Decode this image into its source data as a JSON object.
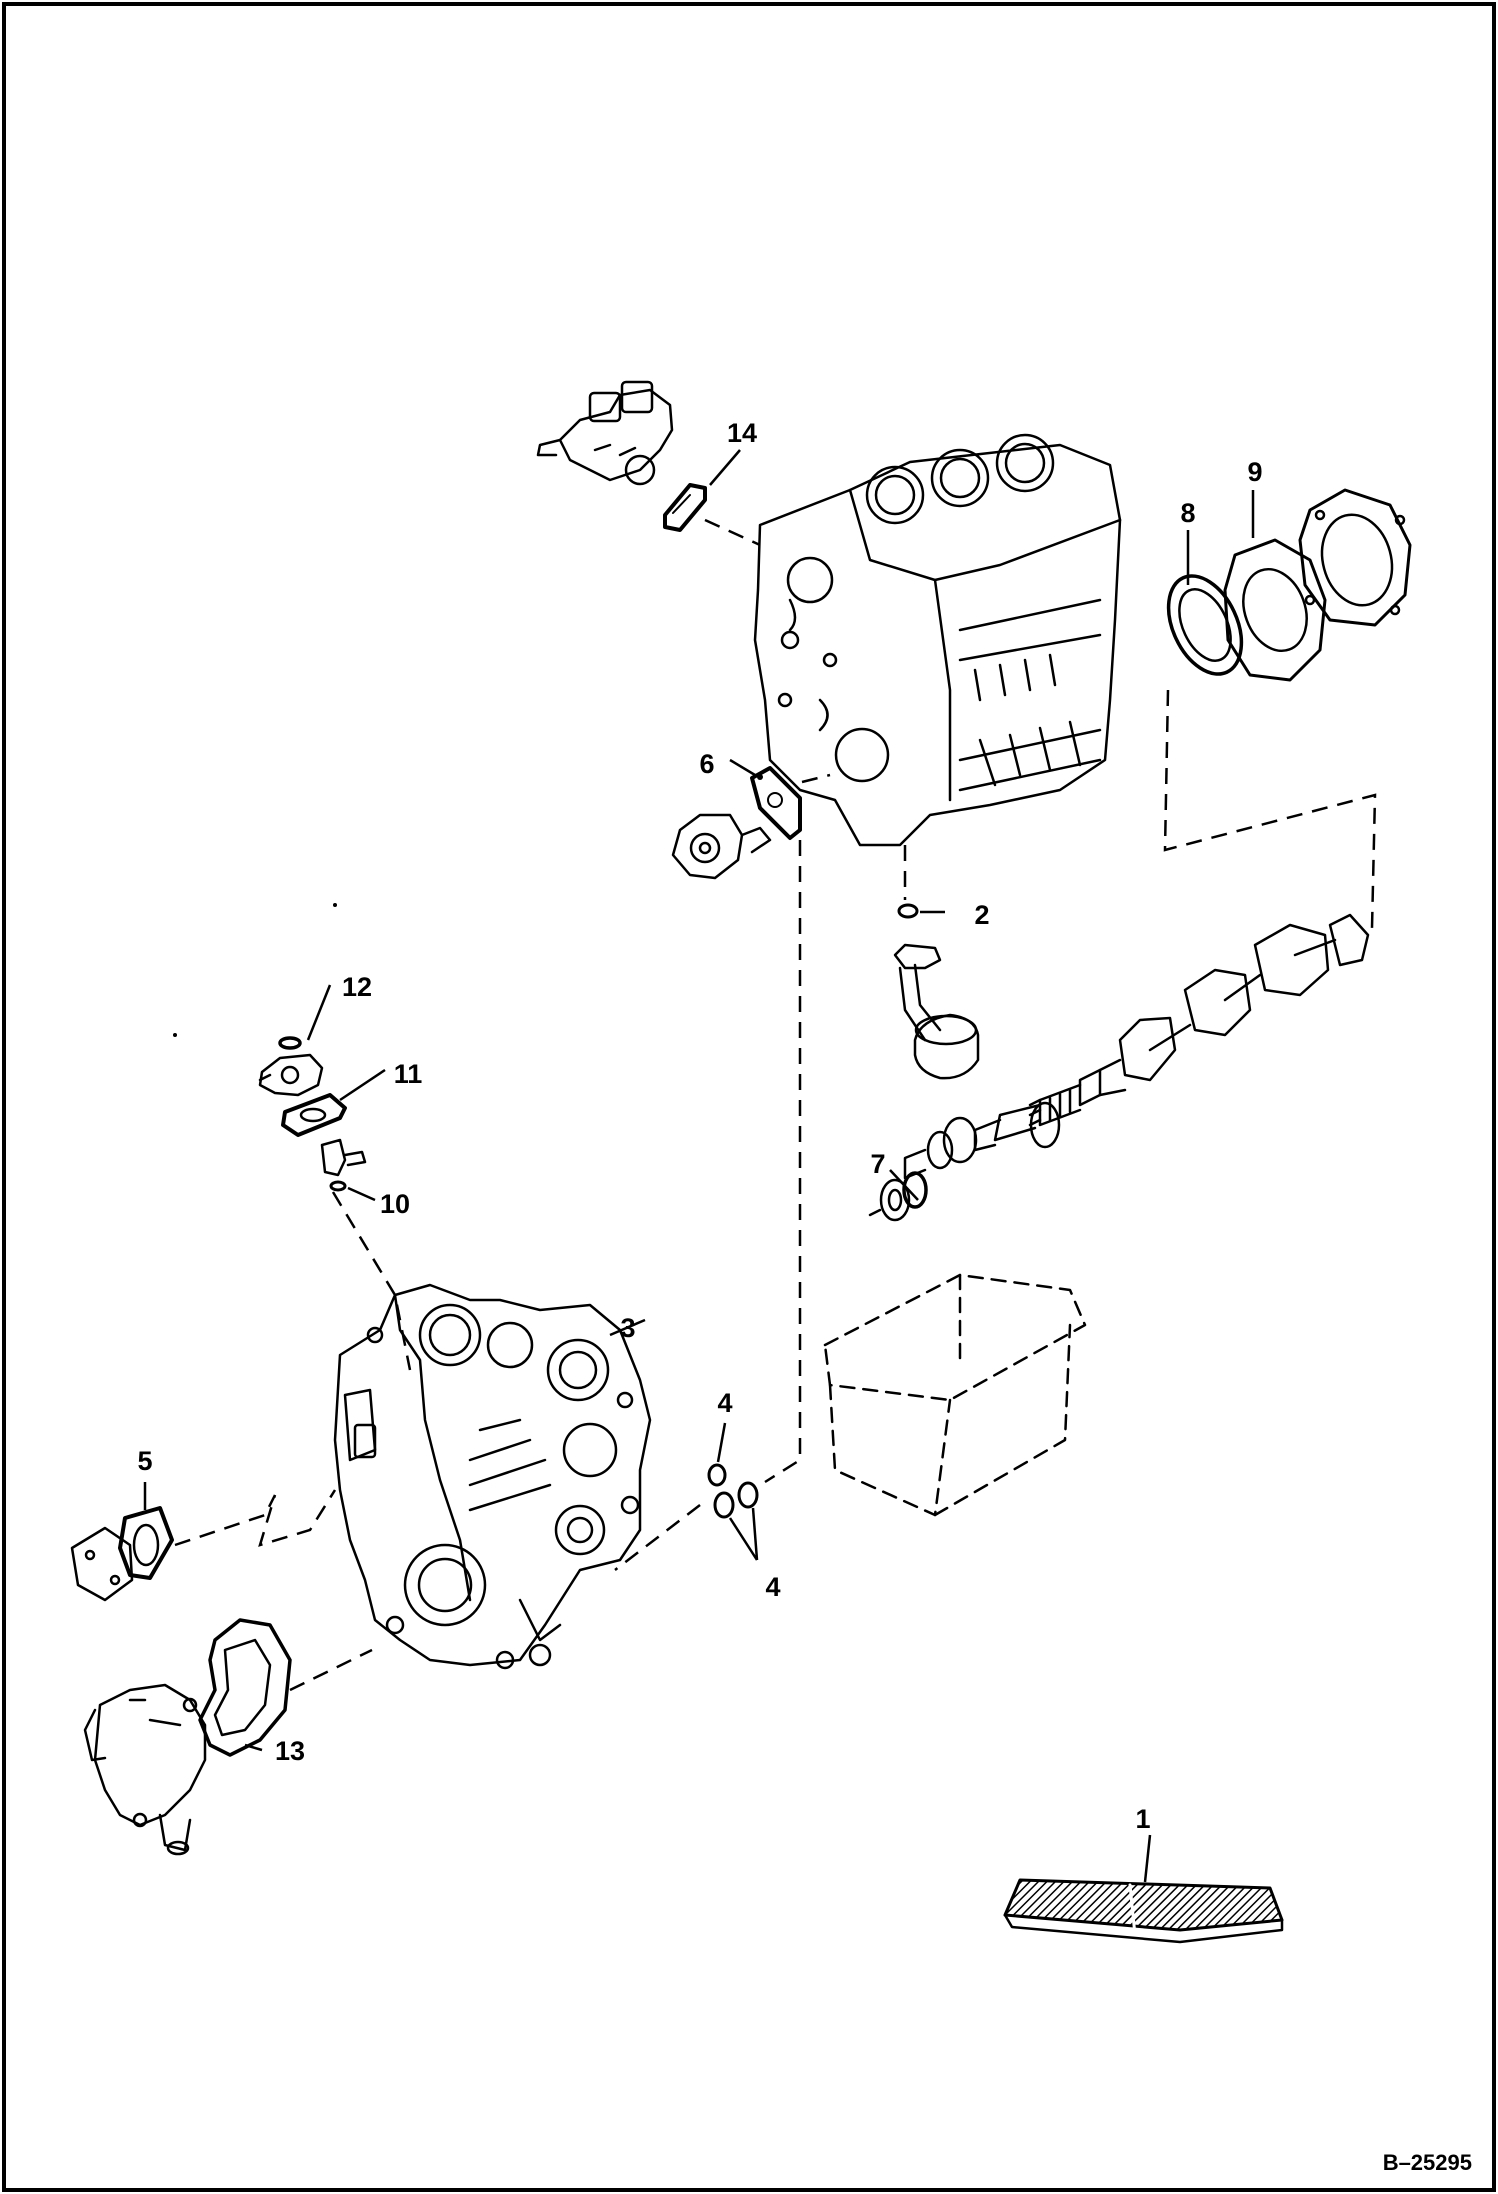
{
  "diagram": {
    "callouts": [
      "1",
      "2",
      "3",
      "4",
      "4",
      "5",
      "6",
      "7",
      "8",
      "9",
      "10",
      "11",
      "12",
      "13",
      "14"
    ],
    "figure_ref": "B–25295"
  },
  "colors": {
    "ink": "#000000",
    "paper": "#ffffff"
  }
}
